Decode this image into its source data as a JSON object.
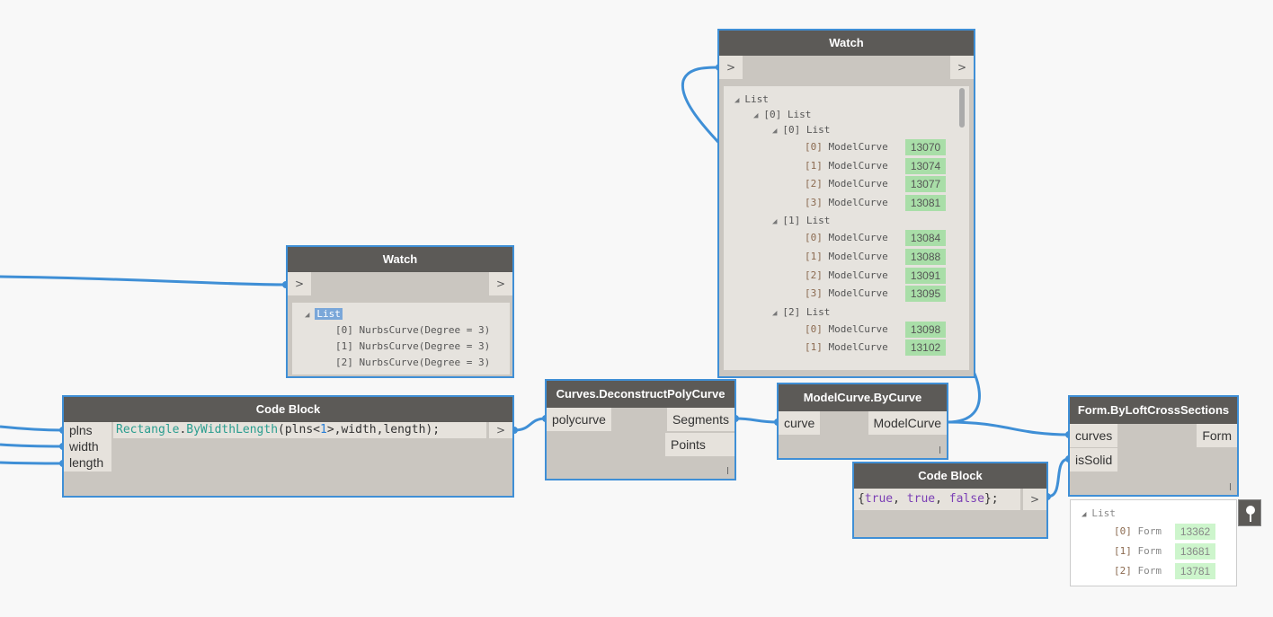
{
  "colors": {
    "wire": "#3f8fd6",
    "header": "#5c5a57",
    "node_body": "#cac6c0",
    "value_badge": "#a9dea8"
  },
  "watch_top": {
    "title": "Watch",
    "in_port": ">",
    "out_port": ">",
    "tree": {
      "root": "List",
      "groups": [
        {
          "label": "[0] List",
          "sub": [
            {
              "label": "[0] List",
              "items": [
                [
                  "[0]",
                  "ModelCurve",
                  "13070"
                ],
                [
                  "[1]",
                  "ModelCurve",
                  "13074"
                ],
                [
                  "[2]",
                  "ModelCurve",
                  "13077"
                ],
                [
                  "[3]",
                  "ModelCurve",
                  "13081"
                ]
              ]
            },
            {
              "label": "[1] List",
              "items": [
                [
                  "[0]",
                  "ModelCurve",
                  "13084"
                ],
                [
                  "[1]",
                  "ModelCurve",
                  "13088"
                ],
                [
                  "[2]",
                  "ModelCurve",
                  "13091"
                ],
                [
                  "[3]",
                  "ModelCurve",
                  "13095"
                ]
              ]
            },
            {
              "label": "[2] List",
              "items": [
                [
                  "[0]",
                  "ModelCurve",
                  "13098"
                ],
                [
                  "[1]",
                  "ModelCurve",
                  "13102"
                ]
              ]
            }
          ]
        }
      ]
    }
  },
  "watch_left": {
    "title": "Watch",
    "in_port": ">",
    "out_port": ">",
    "root": "List",
    "items": [
      "[0] NurbsCurve(Degree = 3)",
      "[1] NurbsCurve(Degree = 3)",
      "[2] NurbsCurve(Degree = 3)"
    ]
  },
  "code_block_1": {
    "title": "Code Block",
    "inputs": [
      "plns",
      "width",
      "length"
    ],
    "code": {
      "cls": "Rectangle",
      "dot": ".",
      "method": "ByWidthLength",
      "a": "(plns<",
      "num": "1",
      "b": ">,width,length);"
    },
    "out_port": ">"
  },
  "deconstruct": {
    "title": "Curves.DeconstructPolyCurve",
    "inputs": [
      "polycurve"
    ],
    "outputs": [
      "Segments",
      "Points"
    ],
    "lacing": "l"
  },
  "modelcurve": {
    "title": "ModelCurve.ByCurve",
    "inputs": [
      "curve"
    ],
    "outputs": [
      "ModelCurve"
    ],
    "lacing": "l"
  },
  "code_block_2": {
    "title": "Code Block",
    "code": {
      "open": "{",
      "t1": "true",
      "c1": ", ",
      "t2": "true",
      "c2": ", ",
      "f": "false",
      "close": "};"
    },
    "out_port": ">"
  },
  "form": {
    "title": "Form.ByLoftCrossSections",
    "inputs": [
      "curves",
      "isSolid"
    ],
    "outputs": [
      "Form"
    ],
    "lacing": "l",
    "preview": {
      "root": "List",
      "items": [
        [
          "[0]",
          "Form",
          "13362"
        ],
        [
          "[1]",
          "Form",
          "13681"
        ],
        [
          "[2]",
          "Form",
          "13781"
        ]
      ]
    },
    "pin_icon": "pin-icon"
  }
}
